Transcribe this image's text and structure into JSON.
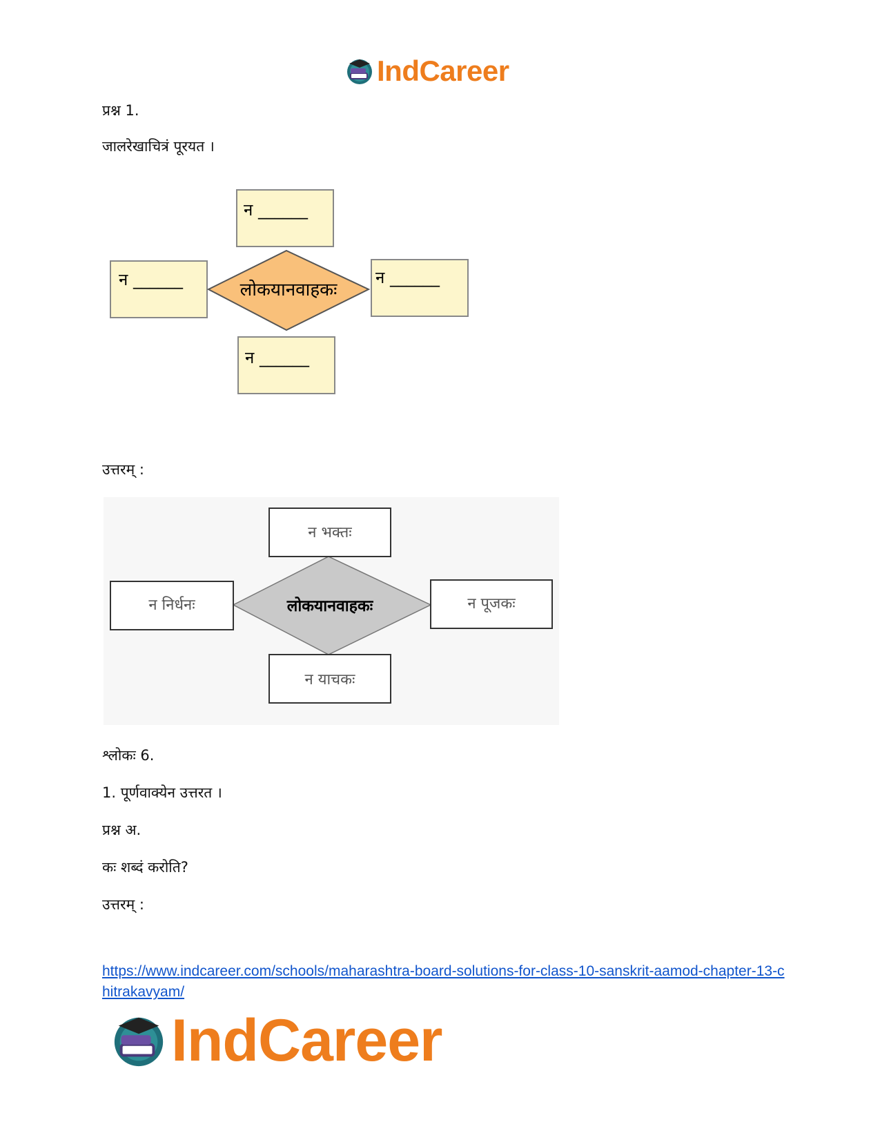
{
  "header_logo": {
    "text": "IndCareer",
    "icon": "graduation-cap-book-globe-icon"
  },
  "question1": {
    "label": "प्रश्न 1.",
    "instruction": "जालरेखाचित्रं पूरयत ।"
  },
  "question_diagram": {
    "center": "लोकयानवाहकः",
    "top": "न ______",
    "left": "न ______",
    "right": "न ______",
    "bottom": "न ______",
    "colors": {
      "box_fill": "#fdf6cc",
      "box_stroke": "#888888",
      "diamond_fill": "#f9c07a"
    }
  },
  "answer1_label": "उत्तरम् :",
  "answer_diagram": {
    "center": "लोकयानवाहकः",
    "top": "न भक्तः",
    "left": "न निर्धनः",
    "right": "न पूजकः",
    "bottom": "न याचकः",
    "colors": {
      "box_fill": "#ffffff",
      "box_stroke": "#333333",
      "diamond_fill": "#c9c9c9"
    }
  },
  "shloka_label": "श्लोकः 6.",
  "task1": "1. पूर्णवाक्येन उत्तरत ।",
  "question_a": "प्रश्न अ.",
  "question_a_text": "कः शब्दं करोति?",
  "answer_a_label": "उत्तरम् :",
  "source_link": "https://www.indcareer.com/schools/maharashtra-board-solutions-for-class-10-sanskrit-aamod-chapter-13-chitrakavyam/",
  "footer_logo": {
    "text": "IndCareer",
    "icon": "graduation-cap-book-globe-icon"
  }
}
